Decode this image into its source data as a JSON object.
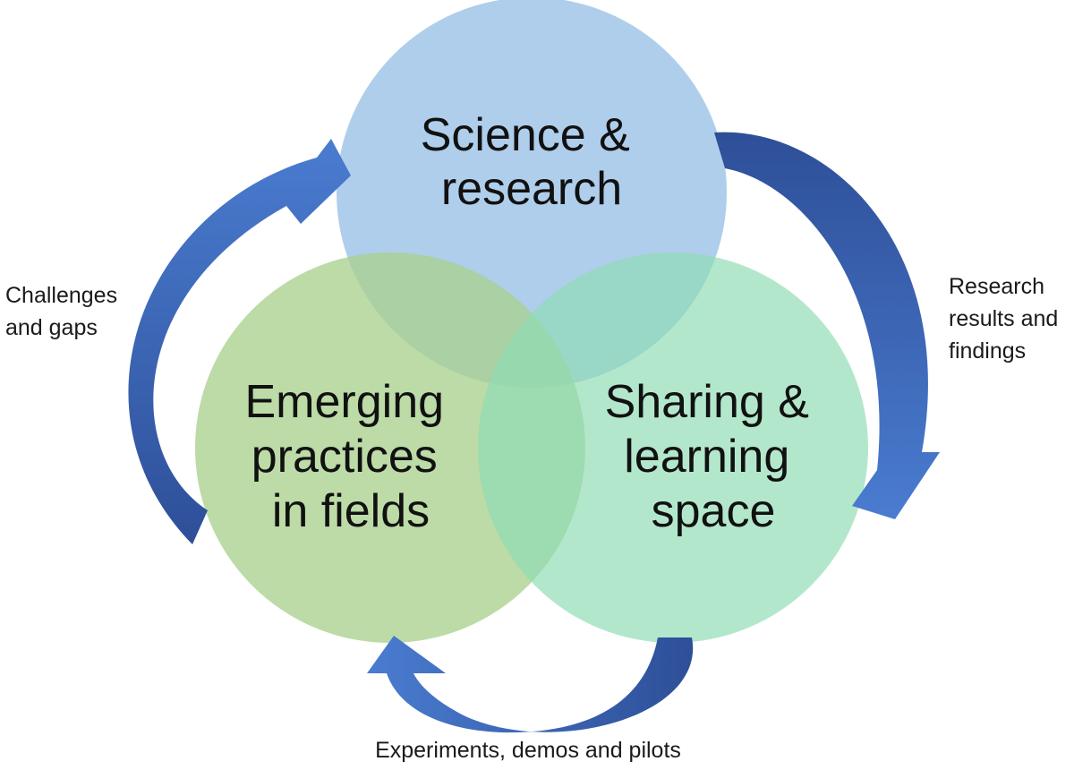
{
  "colors": {
    "top": "#9dc3e6",
    "left": "#a9d18e",
    "right": "#8fdcb4",
    "arrow_light": "#4a7cd0",
    "arrow_dark": "#2e4f98"
  },
  "circles": {
    "top": {
      "line1": "Science &",
      "line2": "research"
    },
    "left": {
      "line1": "Emerging",
      "line2": "practices",
      "line3": "in fields"
    },
    "right": {
      "line1": "Sharing &",
      "line2": "learning",
      "line3": "space"
    }
  },
  "arrows": {
    "left": {
      "line1": "Challenges",
      "line2": "and gaps"
    },
    "right": {
      "line1": "Research",
      "line2": "results and",
      "line3": "findings"
    },
    "bottom": {
      "line1": "Experiments, demos and pilots"
    }
  }
}
